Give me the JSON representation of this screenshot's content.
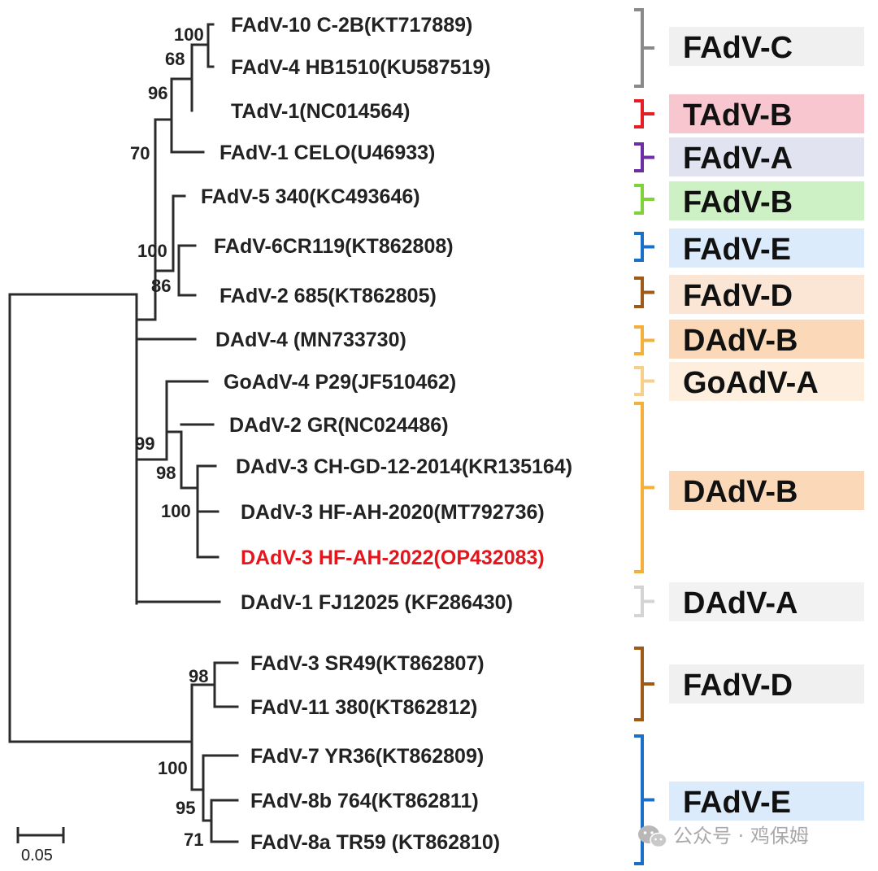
{
  "tree": {
    "line_color": "#2b2b2b",
    "leaves": [
      {
        "label": "FAdV-10 C-2B(KT717889)",
        "color": "#222222"
      },
      {
        "label": "FAdV-4 HB1510(KU587519)",
        "color": "#222222"
      },
      {
        "label": "TAdV-1(NC014564)",
        "color": "#222222"
      },
      {
        "label": "FAdV-1 CELO(U46933)",
        "color": "#222222"
      },
      {
        "label": "FAdV-5 340(KC493646)",
        "color": "#222222"
      },
      {
        "label": "FAdV-6CR119(KT862808)",
        "color": "#222222"
      },
      {
        "label": "FAdV-2 685(KT862805)",
        "color": "#222222"
      },
      {
        "label": "DAdV-4 (MN733730)",
        "color": "#222222"
      },
      {
        "label": "GoAdV-4 P29(JF510462)",
        "color": "#222222"
      },
      {
        "label": "DAdV-2 GR(NC024486)",
        "color": "#222222"
      },
      {
        "label": "DAdV-3 CH-GD-12-2014(KR135164)",
        "color": "#222222"
      },
      {
        "label": "DAdV-3 HF-AH-2020(MT792736)",
        "color": "#222222"
      },
      {
        "label": "DAdV-3 HF-AH-2022(OP432083)",
        "color": "#e8141c"
      },
      {
        "label": "DAdV-1 FJ12025 (KF286430)",
        "color": "#222222"
      },
      {
        "label": "FAdV-3 SR49(KT862807)",
        "color": "#222222"
      },
      {
        "label": "FAdV-11 380(KT862812)",
        "color": "#222222"
      },
      {
        "label": "FAdV-7 YR36(KT862809)",
        "color": "#222222"
      },
      {
        "label": "FAdV-8b 764(KT862811)",
        "color": "#222222"
      },
      {
        "label": "FAdV-8a TR59 (KT862810)",
        "color": "#222222"
      }
    ],
    "bootstrap": [
      "100",
      "68",
      "96",
      "70",
      "100",
      "86",
      "99",
      "98",
      "100",
      "98",
      "100",
      "95",
      "71"
    ],
    "scale_bar": {
      "label": "0.05"
    }
  },
  "groups": [
    {
      "label": "FAdV-C",
      "bracket_color": "#8a8a8a",
      "bg_color": "#f0f0f0"
    },
    {
      "label": "TAdV-B",
      "bracket_color": "#e51e25",
      "bg_color": "#f7c6cf"
    },
    {
      "label": "FAdV-A",
      "bracket_color": "#6b2fa3",
      "bg_color": "#e1e3f1"
    },
    {
      "label": "FAdV-B",
      "bracket_color": "#7fd23a",
      "bg_color": "#cdf0c4"
    },
    {
      "label": "FAdV-E",
      "bracket_color": "#1c6fc6",
      "bg_color": "#dcebfb"
    },
    {
      "label": "FAdV-D",
      "bracket_color": "#a05a17",
      "bg_color": "#fbe6d6"
    },
    {
      "label": "DAdV-B",
      "bracket_color": "#f4b03a",
      "bg_color": "#fbd9b8"
    },
    {
      "label": "GoAdV-A",
      "bracket_color": "#f6cf8a",
      "bg_color": "#fdeedd"
    },
    {
      "label": "DAdV-B",
      "bracket_color": "#f4b03a",
      "bg_color": "#fbd9b8"
    },
    {
      "label": "DAdV-A",
      "bracket_color": "#d4d4d4",
      "bg_color": "#f2f2f2"
    },
    {
      "label": "FAdV-D",
      "bracket_color": "#a05a17",
      "bg_color": "#f0f0f0"
    },
    {
      "label": "FAdV-E",
      "bracket_color": "#1c6fc6",
      "bg_color": "#dcebfb"
    }
  ],
  "watermark": {
    "text": "公众号 · 鸡保姆",
    "icon": "wechat-icon"
  }
}
